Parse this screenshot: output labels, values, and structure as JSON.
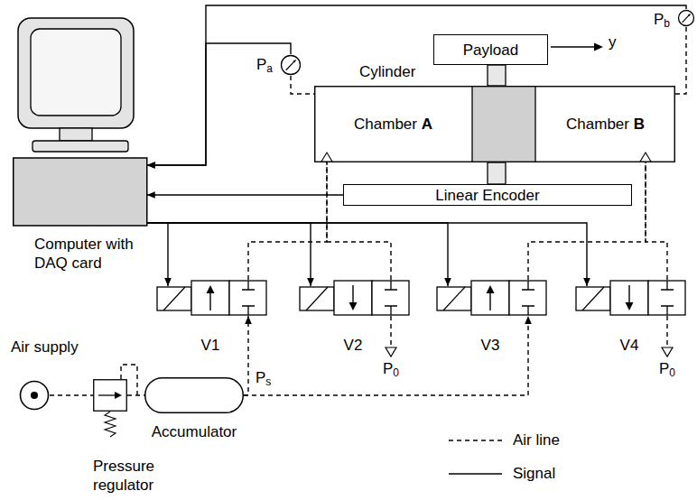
{
  "diagram": {
    "nodes": [
      {
        "text": [
          "Pa"
        ]
      },
      {
        "text": [
          "Payload"
        ]
      },
      {
        "text": [
          "Pb"
        ]
      },
      {
        "text": [
          "Cylinder"
        ]
      },
      {
        "text": [
          "Chamber A"
        ],
        "in": 3
      },
      {
        "text": [
          "Chamber B"
        ],
        "in": 3
      },
      {
        "text": [
          "Computer with DAQ card"
        ]
      },
      {
        "text": [
          "Linear Encoder"
        ]
      },
      {
        "text": [
          "V1"
        ]
      },
      {
        "text": [
          "V2"
        ]
      },
      {
        "text": [
          "V3"
        ]
      },
      {
        "text": [
          "V4"
        ]
      },
      {
        "text": [
          "Air supply"
        ]
      },
      {
        "text": [
          "Pressure regulator"
        ]
      },
      {
        "text": [
          "Accumulator"
        ]
      }
    ],
    "edges": [
      {
        "from": 0,
        "to": 6,
        "arrow": "to"
      },
      {
        "from": 2,
        "to": 6,
        "arrow": "to"
      },
      {
        "from": 7,
        "to": 6,
        "arrow": "to"
      },
      {
        "from": 6,
        "to": 8,
        "arrow": "to"
      },
      {
        "from": 6,
        "to": 9,
        "arrow": "to"
      },
      {
        "from": 6,
        "to": 10,
        "arrow": "to"
      },
      {
        "from": 6,
        "to": 11,
        "arrow": "to"
      },
      {
        "from": 0,
        "to": 4,
        "arrow": "none"
      },
      {
        "from": 2,
        "to": 5,
        "arrow": "none"
      },
      {
        "from": 8,
        "to": 4,
        "arrow": "none"
      },
      {
        "from": 9,
        "to": 4,
        "arrow": "none"
      },
      {
        "from": 10,
        "to": 5,
        "arrow": "none"
      },
      {
        "from": 11,
        "to": 5,
        "arrow": "none"
      },
      {
        "from": 12,
        "to": 13,
        "arrow": "none"
      },
      {
        "from": 13,
        "to": 14,
        "arrow": "none"
      },
      {
        "from": 14,
        "to": 8,
        "arrow": "to"
      },
      {
        "from": 14,
        "to": 10,
        "arrow": "to"
      }
    ],
    "labels": [
      "y",
      "Ps",
      "P0",
      "P0"
    ],
    "legend": [
      {
        "text": "Air line"
      },
      {
        "text": "Signal"
      }
    ]
  }
}
